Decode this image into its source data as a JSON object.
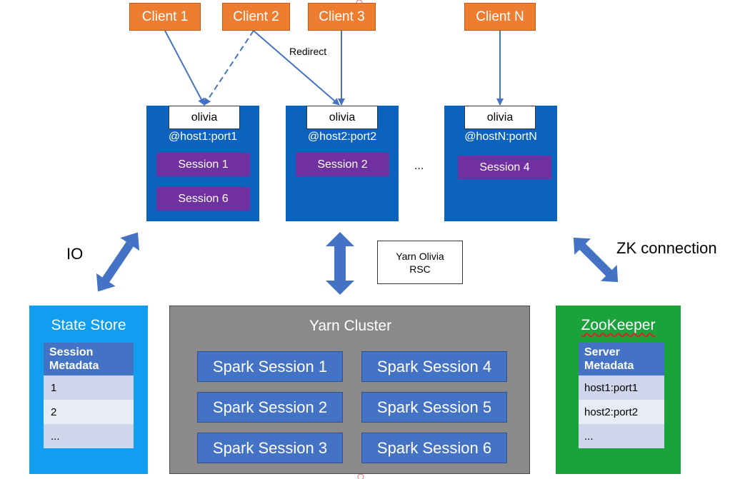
{
  "clients": [
    "Client 1",
    "Client 2",
    "Client 3",
    "Client N"
  ],
  "redirect_label": "Redirect",
  "servers": [
    {
      "name": "olivia",
      "host": "@host1:port1",
      "sessions": [
        "Session 1",
        "Session 6"
      ]
    },
    {
      "name": "olivia",
      "host": "@host2:port2",
      "sessions": [
        "Session 2"
      ]
    },
    {
      "name": "olivia",
      "host": "@hostN:portN",
      "sessions": [
        "Session 4"
      ]
    }
  ],
  "ellipsis": "...",
  "io_label": "IO",
  "zk_connection_label": "ZK connection",
  "yarn_rsc": {
    "line1": "Yarn Olivia",
    "line2": "RSC"
  },
  "state_store": {
    "title": "State Store",
    "header": [
      "Session",
      "Metadata"
    ],
    "rows": [
      "1",
      "2",
      "..."
    ]
  },
  "yarn_cluster": {
    "title": "Yarn Cluster",
    "sessions": [
      "Spark Session 1",
      "Spark Session 4",
      "Spark Session 2",
      "Spark Session 5",
      "Spark Session 3",
      "Spark Session 6"
    ]
  },
  "zookeeper": {
    "title": "ZooKeeper",
    "header": [
      "Server",
      "Metadata"
    ],
    "rows": [
      "host1:port1",
      "host2:port2",
      "..."
    ]
  },
  "colors": {
    "client": "#ed7d31",
    "server": "#0c63be",
    "session": "#7030a0",
    "state_store": "#129ef0",
    "yarn_cluster": "#8a8a8a",
    "spark_session": "#4472c4",
    "zookeeper": "#1aa33b",
    "arrow": "#4472c4"
  }
}
